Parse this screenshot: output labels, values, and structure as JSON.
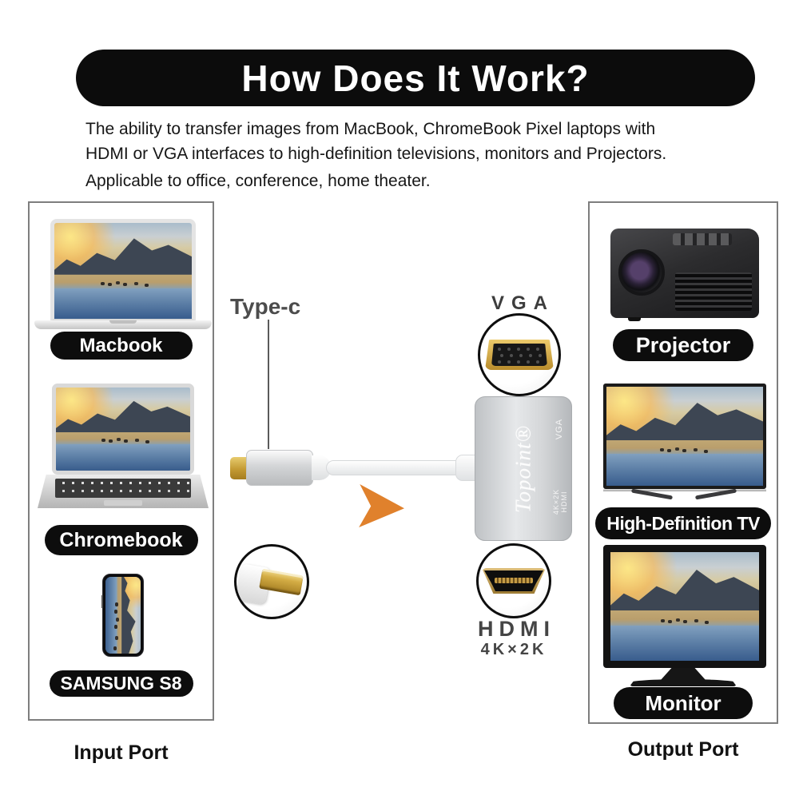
{
  "banner": {
    "title": "How Does It Work?"
  },
  "description": {
    "lines": [
      "The ability to transfer images from MacBook, ChromeBook Pixel laptops with",
      "HDMI or VGA interfaces to high-definition televisions, monitors and Projectors.",
      "Applicable to office, conference, home theater."
    ]
  },
  "input_column": {
    "caption": "Input Port",
    "devices": [
      {
        "label": "Macbook"
      },
      {
        "label": "Chromebook"
      },
      {
        "label": "SAMSUNG S8"
      }
    ]
  },
  "output_column": {
    "caption": "Output Port",
    "devices": [
      {
        "label": "Projector"
      },
      {
        "label": "High-Definition TV"
      },
      {
        "label": "Monitor"
      }
    ]
  },
  "center": {
    "typec_label": "Type-c",
    "vga_label": "VGA",
    "hdmi_label": "HDMI",
    "hdmi_sub": "4K×2K",
    "adapter": {
      "brand": "Topoint®",
      "side_top": "VGA",
      "side_bottom_1": "4K×2K",
      "side_bottom_2": "HDMI"
    }
  },
  "colors": {
    "accent_orange": "#E0812C",
    "gold": "#C9A23E",
    "adapter_silver": "#D7D9DB",
    "pill_black": "#0D0D0D",
    "banner_black": "#0C0C0C"
  }
}
